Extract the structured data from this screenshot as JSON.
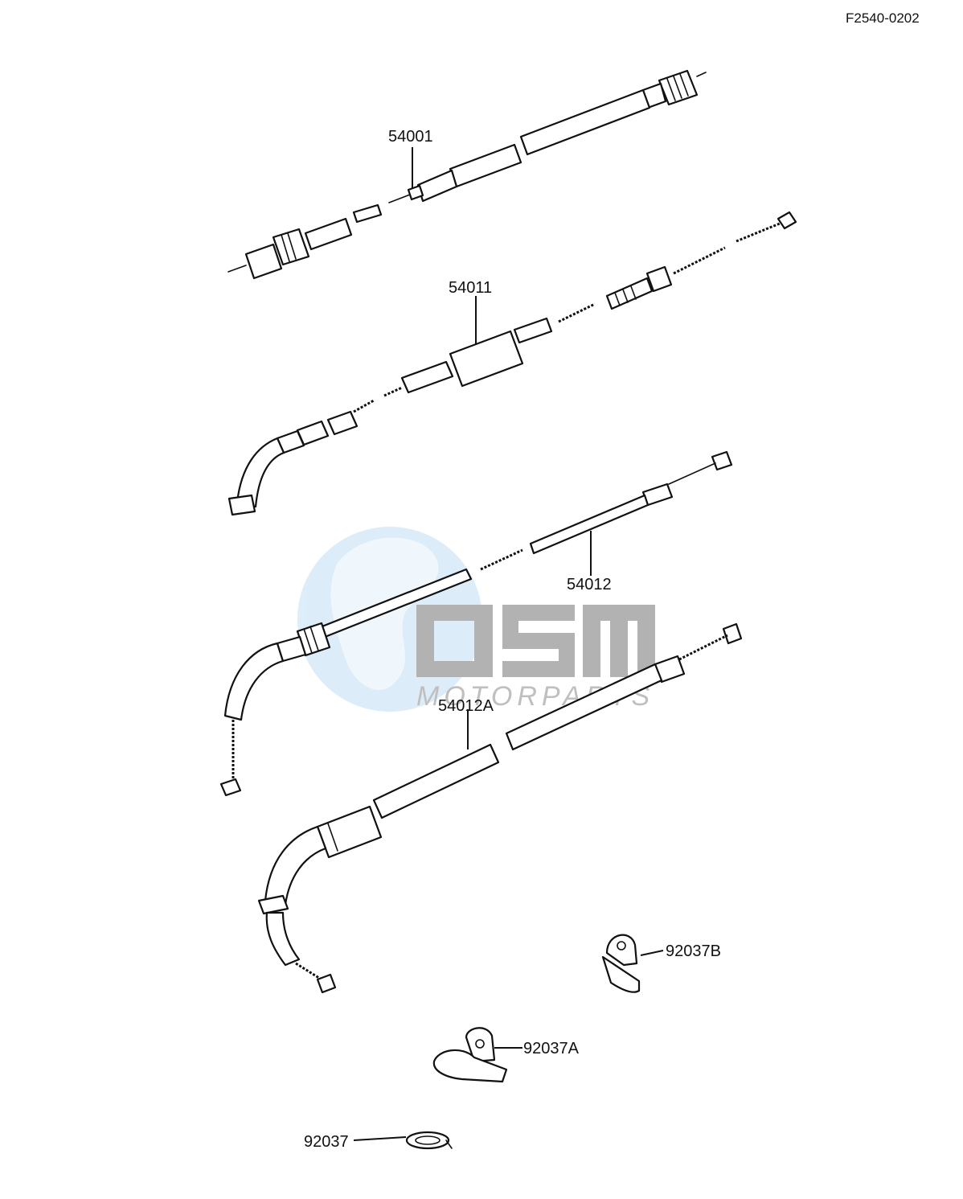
{
  "drawing_code": "F2540-0202",
  "labels": {
    "p54001": "54001",
    "p54011": "54011",
    "p54012": "54012",
    "p54012A": "54012A",
    "p92037B": "92037B",
    "p92037A": "92037A",
    "p92037": "92037"
  },
  "watermark": {
    "brand": "OSM",
    "tagline": "MOTORPARTS",
    "colors": {
      "globe": "#cfe6f5",
      "letters": "#9a9a9a"
    }
  }
}
